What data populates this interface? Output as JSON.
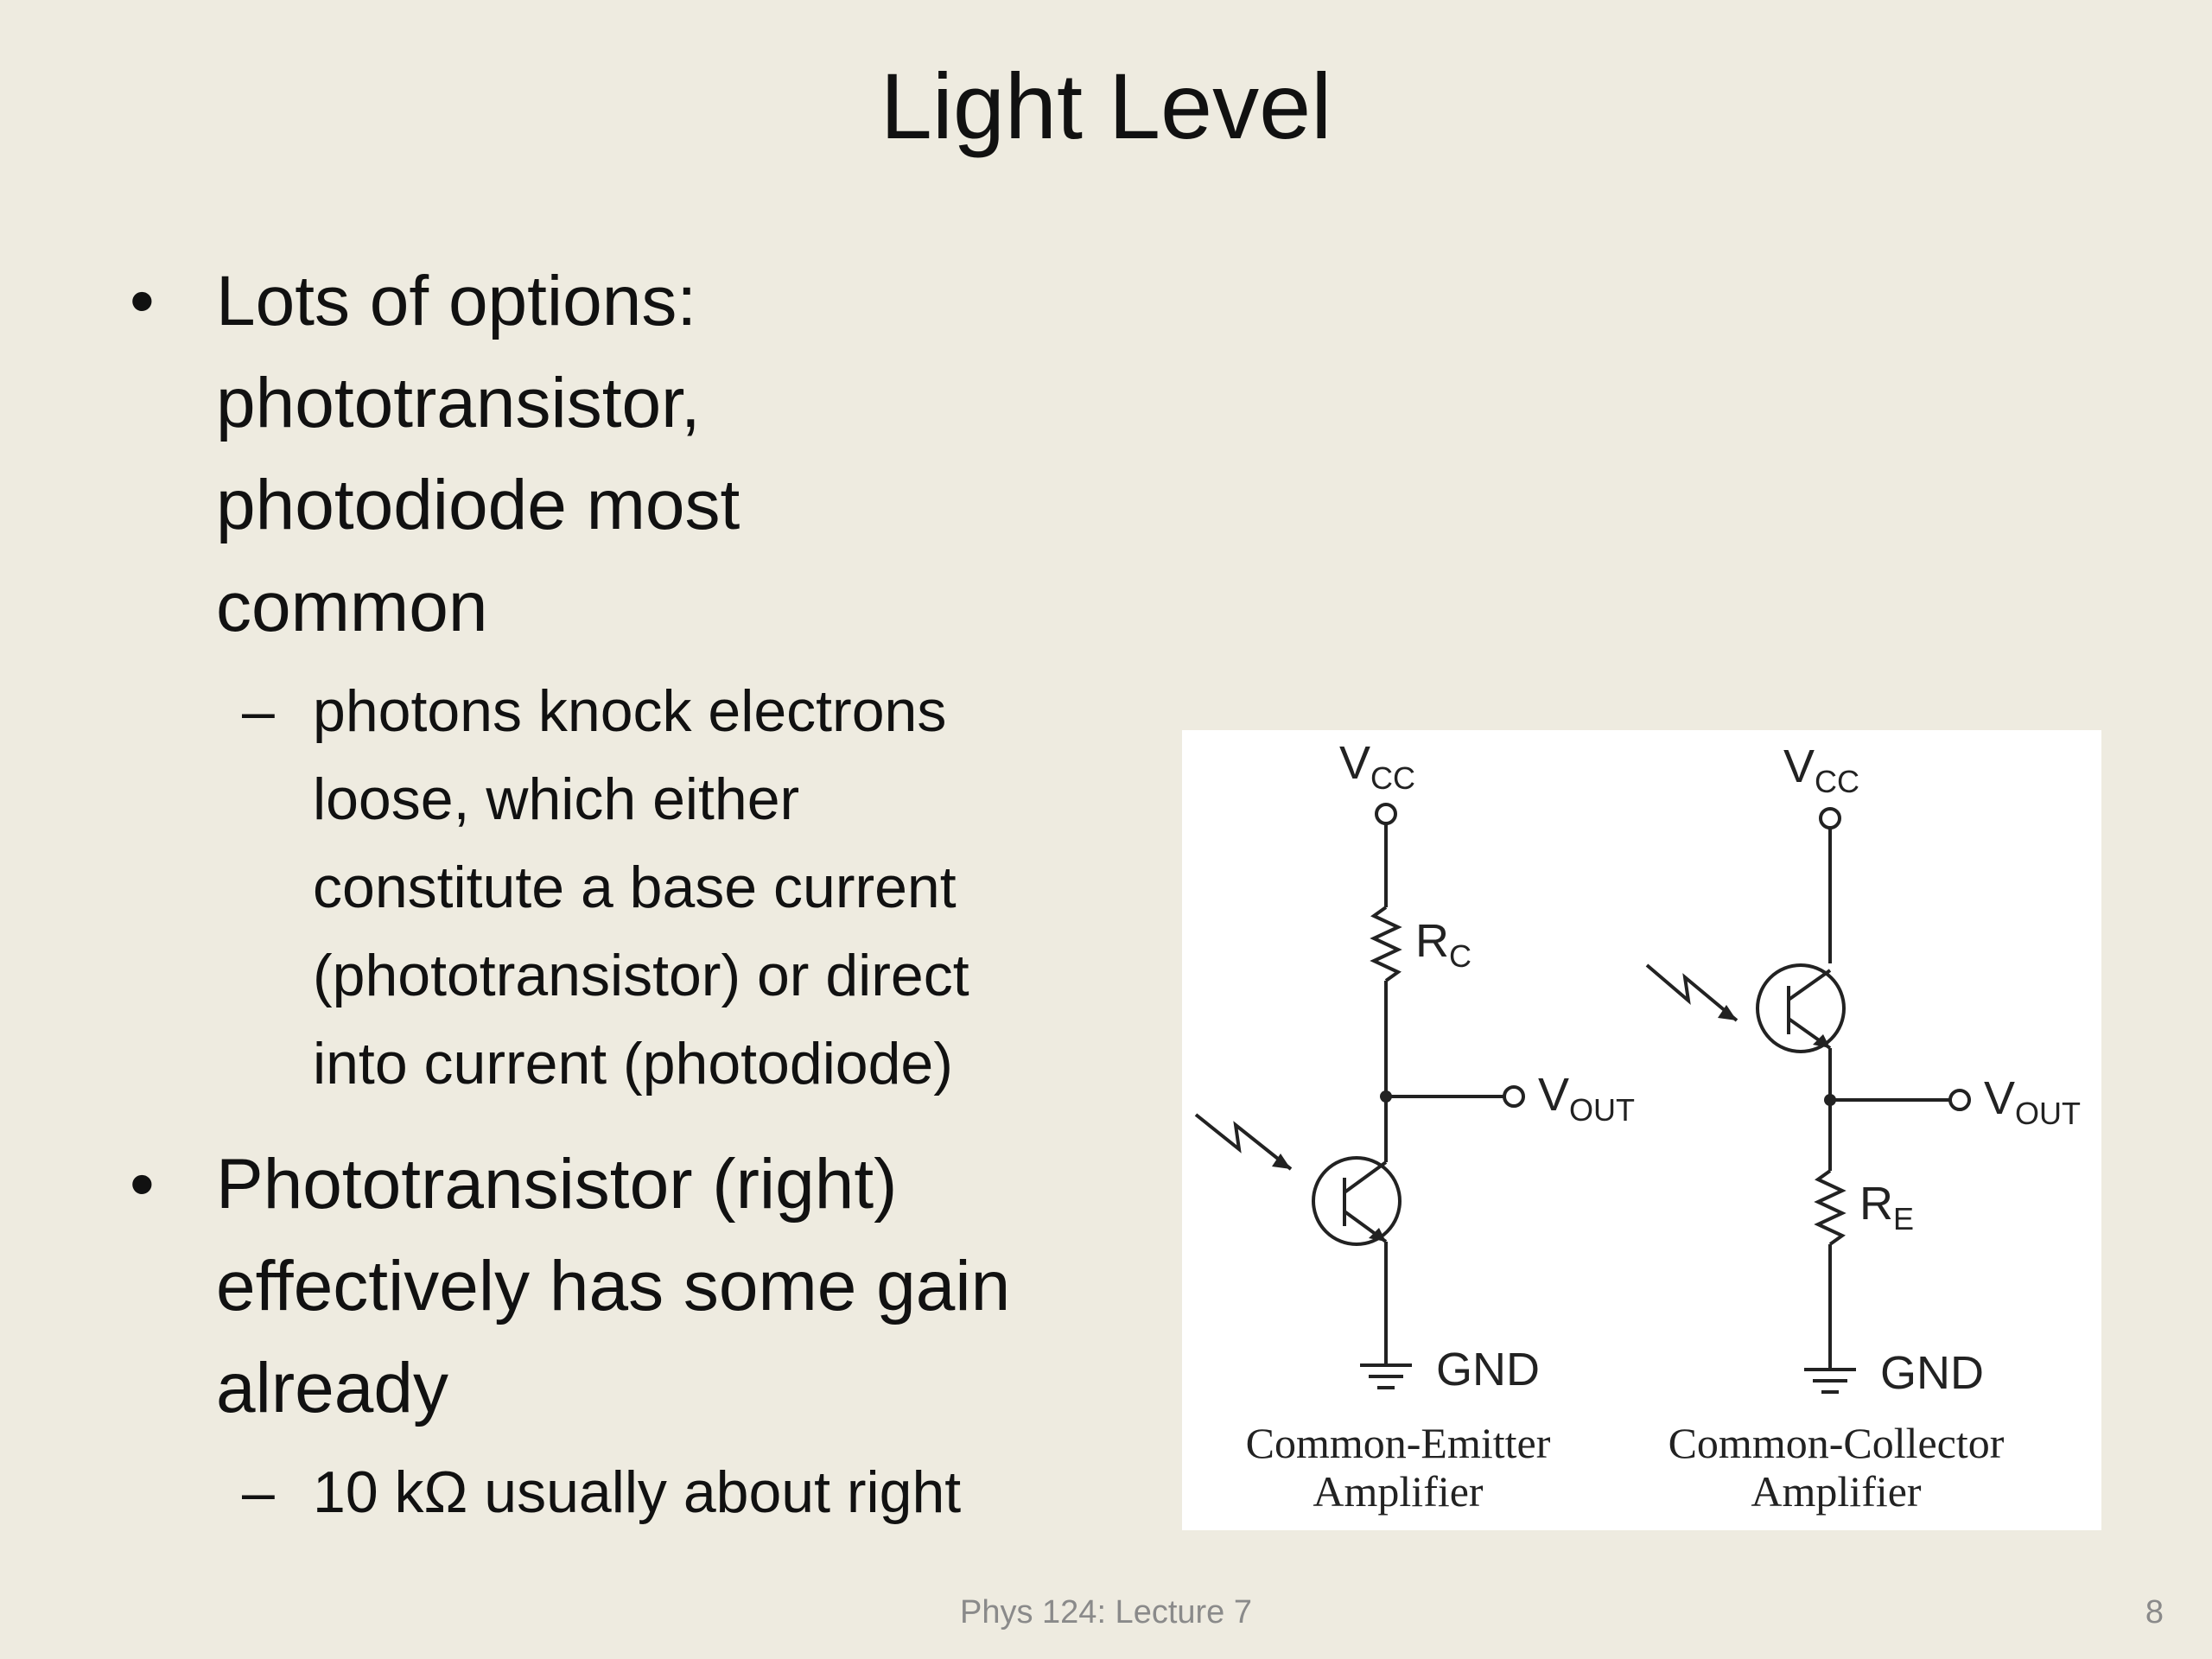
{
  "slide": {
    "title": "Light Level",
    "footer": "Phys 124: Lecture 7",
    "page_number": "8"
  },
  "bullets": [
    {
      "marker": "•",
      "lines": [
        "Lots of options:",
        "phototransistor,",
        "photodiode most",
        "common"
      ],
      "sub": [
        {
          "marker": "–",
          "lines": [
            "photons knock electrons",
            "loose, which either",
            "constitute a base current",
            "(phototransistor) or direct",
            "into current (photodiode)"
          ]
        }
      ]
    },
    {
      "marker": "•",
      "lines": [
        "Phototransistor (right)",
        "effectively has some gain",
        "already"
      ],
      "sub": [
        {
          "marker": "–",
          "lines": [
            "10 kΩ usually about right"
          ]
        }
      ]
    }
  ],
  "figure": {
    "left_circuit": {
      "supply_label": "V",
      "supply_sub": "CC",
      "resistor_label": "R",
      "resistor_sub": "C",
      "output_label": "V",
      "output_sub": "OUT",
      "ground_label": "GND",
      "caption_line1": "Common-Emitter",
      "caption_line2": "Amplifier"
    },
    "right_circuit": {
      "supply_label": "V",
      "supply_sub": "CC",
      "resistor_label": "R",
      "resistor_sub": "E",
      "output_label": "V",
      "output_sub": "OUT",
      "ground_label": "GND",
      "caption_line1": "Common-Collector",
      "caption_line2": "Amplifier"
    }
  }
}
